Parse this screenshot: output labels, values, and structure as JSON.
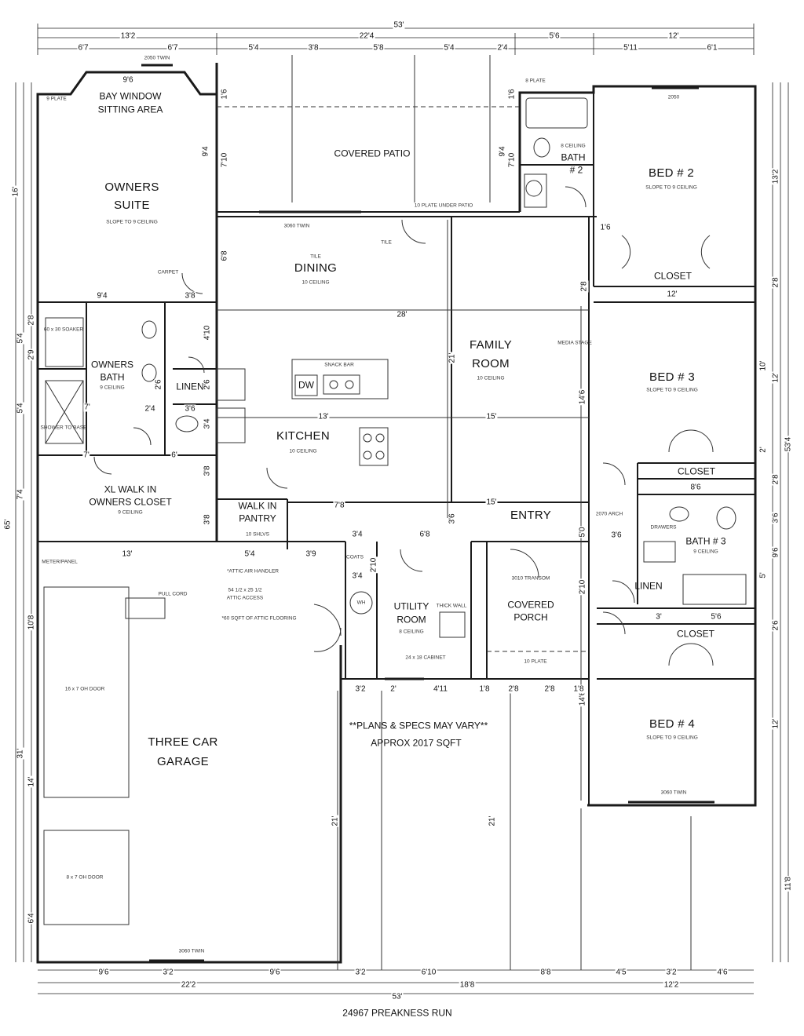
{
  "rooms": {
    "bay_window": "BAY WINDOW",
    "sitting_area": "SITTING AREA",
    "owners_suite_1": "OWNERS",
    "owners_suite_2": "SUITE",
    "owners_suite_note": "SLOPE TO 9 CEILING",
    "covered_patio": "COVERED PATIO",
    "dining": "DINING",
    "dining_tile": "TILE",
    "dining_note": "10 CEILING",
    "family_room_1": "FAMILY",
    "family_room_2": "ROOM",
    "family_note": "10 CEILING",
    "kitchen": "KITCHEN",
    "kitchen_note": "10 CEILING",
    "owners_bath_1": "OWNERS",
    "owners_bath_2": "BATH",
    "owners_bath_note": "9 CEILING",
    "linen": "LINEN",
    "closet_1": "XL WALK IN",
    "closet_2": "OWNERS CLOSET",
    "closet_note": "9 CEILING",
    "pantry_1": "WALK IN",
    "pantry_2": "PANTRY",
    "pantry_note": "10 SHLVS",
    "bed2": "BED # 2",
    "bed2_note": "SLOPE TO 9 CEILING",
    "bath2_1": "BATH",
    "bath2_2": "# 2",
    "bath2_note": "8 CEILING",
    "closet_bed2": "CLOSET",
    "bed3": "BED # 3",
    "bed3_note": "SLOPE TO 9 CEILING",
    "closet_bed3": "CLOSET",
    "entry": "ENTRY",
    "bath3": "BATH # 3",
    "bath3_note": "9 CEILING",
    "linen2": "LINEN",
    "closet_bed4": "CLOSET",
    "bed4": "BED # 4",
    "bed4_note": "SLOPE TO 9 CEILING",
    "utility_1": "UTILITY",
    "utility_2": "ROOM",
    "utility_note": "8 CEILING",
    "covered_porch_1": "COVERED",
    "covered_porch_2": "PORCH",
    "garage_1": "THREE CAR",
    "garage_2": "GARAGE",
    "coats": "COATS"
  },
  "notes": {
    "plans_vary": "**PLANS & SPECS MAY VARY**",
    "sqft": "APPROX 2017 SQFT",
    "address": "24967 PREAKNESS RUN",
    "attic_access_1": "54 1/2 x 25 1/2",
    "attic_access_2": "ATTIC ACCESS",
    "attic_handler": "*ATTIC AIR HANDLER",
    "attic_flooring": "*60 SQFT OF ATTIC FLOORING",
    "pull_cord": "PULL CORD",
    "meter_panel": "METER/PANEL",
    "door_16x7": "16 x 7 OH DOOR",
    "door_8x7": "8 x 7 OH DOOR",
    "window_2050_twin": "2050 TWIN",
    "window_3060_twin": "3060 TWIN",
    "window_2050": "2050",
    "soaker": "60 x 30 SOAKER",
    "shower": "SHOWER TO BASE",
    "snack_bar": "SNACK BAR",
    "dw": "DW",
    "wh": "WH",
    "media": "MEDIA STAGE",
    "tile": "TILE",
    "carpet": "CARPET",
    "plate_8": "8 PLATE",
    "plate_9": "9 PLATE",
    "plate_10": "10 PLATE",
    "under_patio": "10 PLATE UNDER PATIO",
    "thick_wall": "THICK WALL",
    "transom": "3010 TRANSOM",
    "arch": "2070 ARCH",
    "drawers": "DRAWERS",
    "cabinet": "24 x 18 CABINET"
  },
  "dims": {
    "top_total": "53'",
    "top_13_2": "13'2",
    "top_22_4": "22'4",
    "top_5_6": "5'6",
    "top_12": "12'",
    "top_6_7a": "6'7",
    "top_6_7b": "6'7",
    "top_5_4": "5'4",
    "top_3_8": "3'8",
    "top_5_8": "5'8",
    "top_5_4b": "5'4",
    "top_2_4": "2'4",
    "top_5_11": "5'11",
    "top_6_1": "6'1",
    "bay_9_6": "9'6",
    "bot_9_6": "9'6",
    "bot_3_2": "3'2",
    "bot_9_6b": "9'6",
    "bot_3_2b": "3'2",
    "bot_6_10": "6'10",
    "bot_8_8": "8'8",
    "bot_4_5": "4'5",
    "bot_3_2c": "3'2",
    "bot_4_6": "4'6",
    "bot_22_2": "22'2",
    "bot_18_8": "18'8",
    "bot_12_2": "12'2",
    "bot_total": "53'",
    "left_16": "16'",
    "left_65": "65'",
    "left_2_8": "2'8",
    "left_5_4": "5'4",
    "left_2_9": "2'9",
    "left_5_4b": "5'4",
    "left_7_4": "7'4",
    "left_10_8": "10'8",
    "left_31": "31'",
    "left_14": "14'",
    "left_6_4": "6'4",
    "right_13_2": "13'2",
    "right_2_8": "2'8",
    "right_10": "10'",
    "right_12": "12'",
    "right_53_4": "53'4",
    "right_2": "2'",
    "right_2_8b": "2'8",
    "right_3_6": "3'6",
    "right_9_6": "9'6",
    "right_5": "5'",
    "right_2_6": "2'6",
    "right_12b": "12'",
    "right_11_8": "11'8",
    "i_9_4": "9'4",
    "i_7_10": "7'10",
    "i_28": "28'",
    "i_13": "13'",
    "i_15": "15'",
    "i_15b": "15'",
    "i_21": "21'",
    "i_21b": "21'",
    "i_21c": "21'",
    "i_14_6": "14'6",
    "i_14_6b": "14'6",
    "i_12": "12'",
    "i_8_6": "8'6",
    "i_13b": "13'",
    "i_5_4": "5'4",
    "i_3_8": "3'8",
    "i_7_8": "7'8",
    "i_6_8": "6'8",
    "i_3_4": "3'4",
    "i_3_4b": "3'4",
    "i_3_2": "3'2",
    "i_2": "2'",
    "i_4_11": "4'11",
    "i_1_8": "1'8",
    "i_2_8": "2'8",
    "i_2_8b": "2'8",
    "i_1_8b": "1'8",
    "i_3_6": "3'6",
    "i_3": "3'",
    "i_5_6": "5'6",
    "i_9_4b": "9'4",
    "i_7_10b": "7'10",
    "i_1_6": "1'6",
    "i_1_6b": "1'6",
    "i_6_8b": "6'8",
    "i_3_8b": "3'8",
    "i_4_10": "4'10",
    "i_2_6": "2'6",
    "i_2_6b": "2'6",
    "i_7": "7'",
    "i_6": "6'",
    "i_7b": "7'",
    "i_2_4": "2'4",
    "i_3_6b": "3'6",
    "i_3_4c": "3'4",
    "i_3_8c": "3'8",
    "i_3_9": "3'9",
    "i_2_8c": "2'8",
    "i_2_10": "2'10",
    "i_5_0": "5'0",
    "i_3_6c": "3'6",
    "i_1_6c": "1'6",
    "i_3_8d": "3'8",
    "i_3_6d": "3'6"
  }
}
